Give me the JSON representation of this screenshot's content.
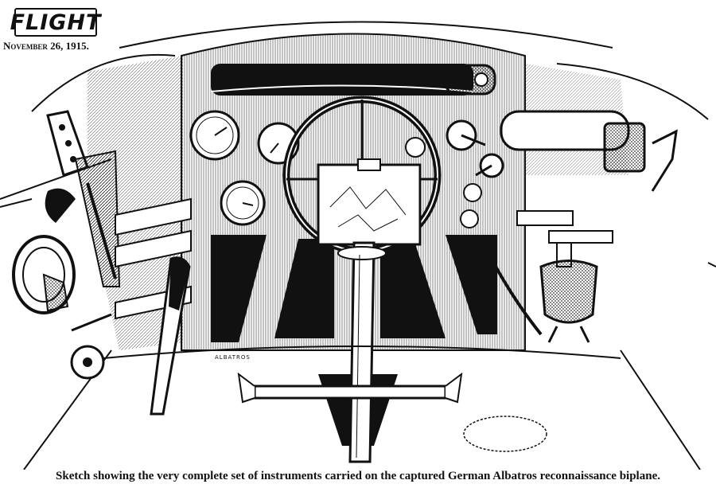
{
  "publication": {
    "name": "FLIGHT",
    "date": "November 26, 1915."
  },
  "illustration": {
    "signature": "ALBATROS"
  },
  "caption": "Sketch showing the very complete set of instruments carried on the captured German Albatros reconnaissance biplane."
}
